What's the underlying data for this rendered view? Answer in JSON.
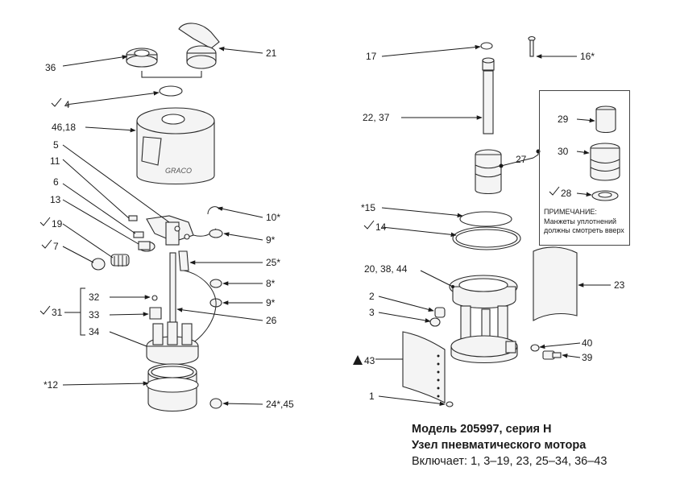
{
  "note": {
    "title": "ПРИМЕЧАНИЕ:",
    "body": "Манжеты уплотнений должны смотреть вверх"
  },
  "caption": {
    "model": "Модель 205997, серия H",
    "title": "Узел пневматического мотора",
    "includes": "Включает: 1, 3–19, 23, 25–34, 36–43"
  },
  "labels": {
    "l21": "21",
    "l36": "36",
    "l4": "4",
    "l46_18": "46,18",
    "l5": "5",
    "l11": "11",
    "l6": "6",
    "l13": "13",
    "l19": "19",
    "l7": "7",
    "l10": "10*",
    "l9a": "9*",
    "l25": "25*",
    "l8": "8*",
    "l9b": "9*",
    "l26": "26",
    "l32": "32",
    "l33": "33",
    "l34": "34",
    "l31": "31",
    "l12": "*12",
    "l24_45": "24*,45",
    "l17": "17",
    "l16": "16*",
    "l22_37": "22, 37",
    "l27": "27",
    "l29": "29",
    "l30": "30",
    "l28": "28",
    "l15": "*15",
    "l14": "14",
    "l20_38_44": "20, 38, 44",
    "l23": "23",
    "l2": "2",
    "l3": "3",
    "l40": "40",
    "l39": "39",
    "l43": "43",
    "l1": "1"
  }
}
